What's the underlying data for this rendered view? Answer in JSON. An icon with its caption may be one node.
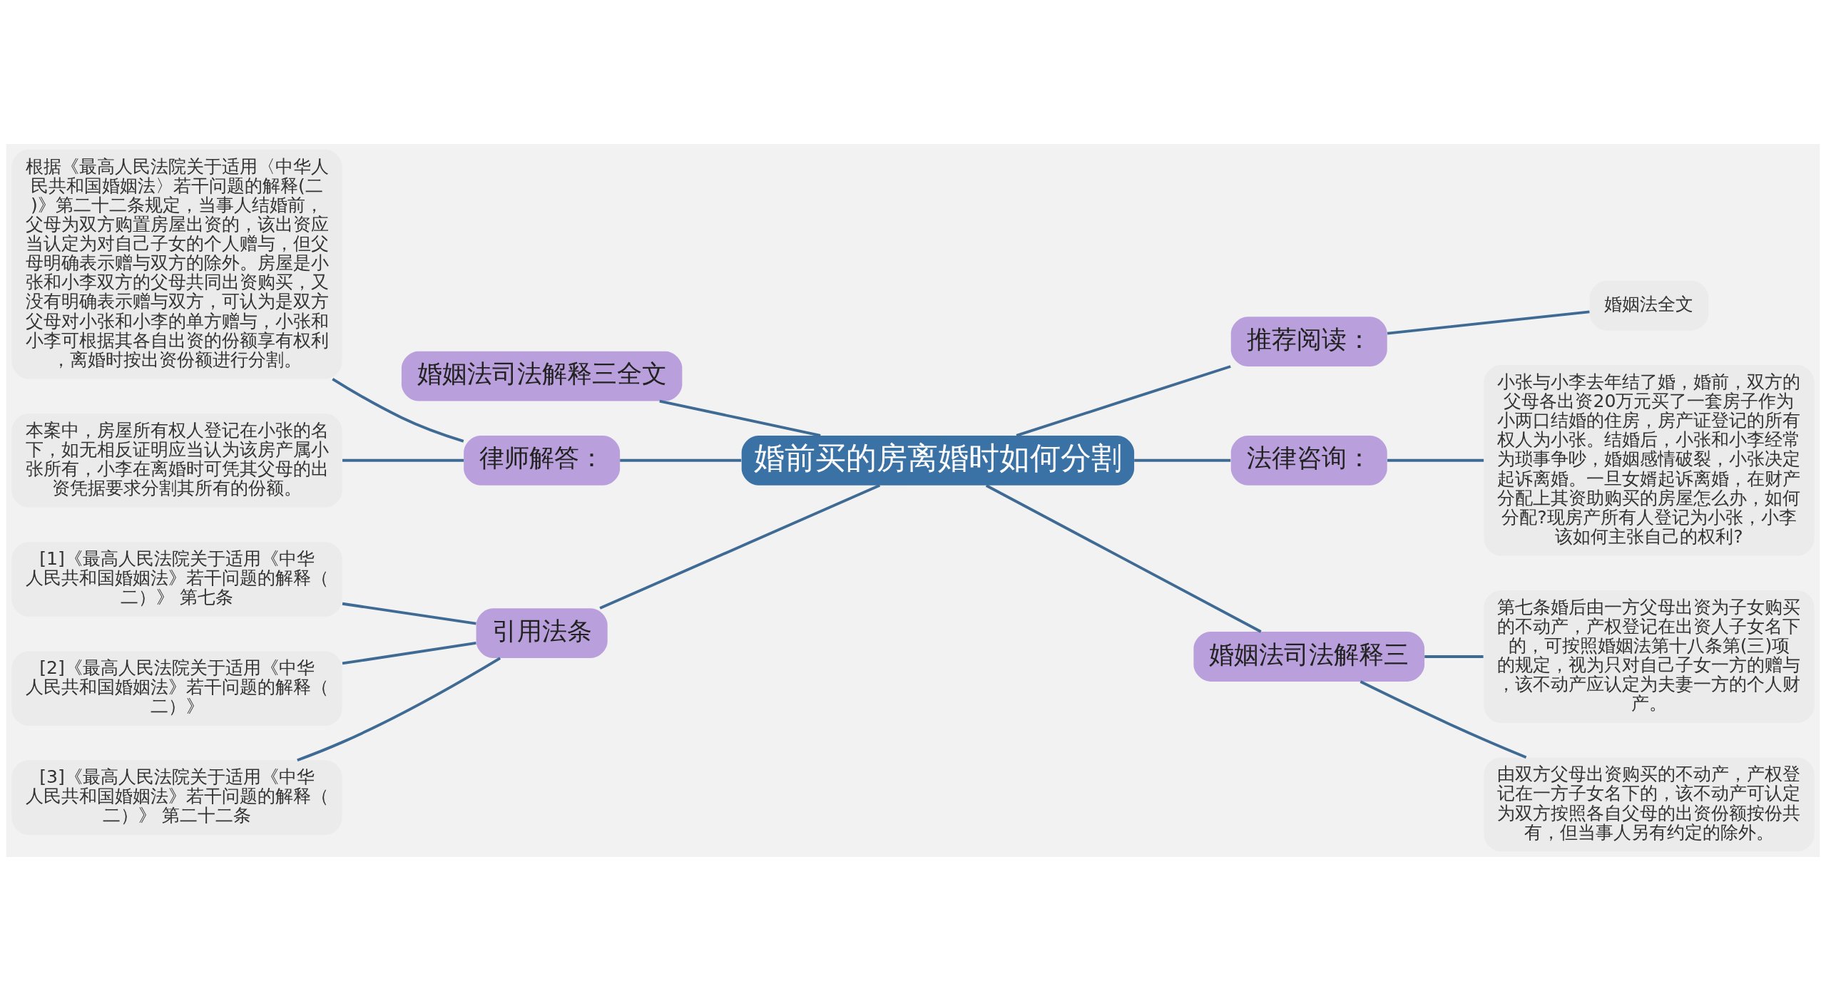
{
  "diagram": {
    "nodes": [
      {
        "text": [
          "婚前买的房离婚时如何分割"
        ]
      },
      {
        "text": [
          "婚姻法司法解释三全文"
        ]
      },
      {
        "text": [
          "律师解答："
        ]
      },
      {
        "text": [
          "根据《最高人民法院关于适用〈中华人民共和国婚姻法〉若干问题的解释(二)》第二十二条规定，当事人结婚前，父母为双方购置房屋出资的，该出资应当认定为对自己子女的个人赠与，但父母明确表示赠与双方的除外。房屋是小张和小李双方的父母共同出资购买，又没有明确表示赠与双方，可认为是双方父母对小张和小李的单方赠与，小张和小李可根据其各自出资的份额享有权利，离婚时按出资份额进行分割。"
        ]
      },
      {
        "text": [
          "本案中，房屋所有权人登记在小张的名下，如无相反证明应当认为该房产属小张所有，小李在离婚时可凭其父母的出资凭据要求分割其所有的份额。"
        ]
      },
      {
        "text": [
          "引用法条"
        ]
      },
      {
        "text": [
          "[1]《最高人民法院关于适用《中华人民共和国婚姻法》若干问题的解释（二）》 第七条"
        ]
      },
      {
        "text": [
          "[2]《最高人民法院关于适用《中华人民共和国婚姻法》若干问题的解释（二）》"
        ]
      },
      {
        "text": [
          "[3]《最高人民法院关于适用《中华人民共和国婚姻法》若干问题的解释（二）》 第二十二条"
        ]
      },
      {
        "text": [
          "推荐阅读："
        ]
      },
      {
        "text": [
          "婚姻法全文"
        ]
      },
      {
        "text": [
          "法律咨询："
        ]
      },
      {
        "text": [
          "小张与小李去年结了婚，婚前，双方的父母各出资20万元买了一套房子作为小两口结婚的住房，房产证登记的所有权人为小张。结婚后，小张和小李经常为琐事争吵，婚姻感情破裂，小张决定起诉离婚。一旦女婿起诉离婚，在财产分配上其资助购买的房屋怎么办，如何分配?现房产所有人登记为小张，小李该如何主张自己的权利?"
        ]
      },
      {
        "text": [
          "婚姻法司法解释三"
        ]
      },
      {
        "text": [
          "第七条婚后由一方父母出资为子女购买的不动产，产权登记在出资人子女名下的，可按照婚姻法第十八条第(三)项的规定，视为只对自己子女一方的赠与，该不动产应认定为夫妻一方的个人财产。"
        ]
      },
      {
        "text": [
          "由双方父母出资购买的不动产，产权登记在一方子女名下的，该不动产可认定为双方按照各自父母的出资份额按份共有，但当事人另有约定的除外。"
        ]
      }
    ],
    "edges": [
      {
        "from": 0,
        "to": 1,
        "arrow": "none"
      },
      {
        "from": 0,
        "to": 2,
        "arrow": "none"
      },
      {
        "from": 2,
        "to": 3,
        "arrow": "none"
      },
      {
        "from": 2,
        "to": 4,
        "arrow": "none"
      },
      {
        "from": 0,
        "to": 5,
        "arrow": "none"
      },
      {
        "from": 5,
        "to": 6,
        "arrow": "none"
      },
      {
        "from": 5,
        "to": 7,
        "arrow": "none"
      },
      {
        "from": 5,
        "to": 8,
        "arrow": "none"
      },
      {
        "from": 0,
        "to": 9,
        "arrow": "none"
      },
      {
        "from": 9,
        "to": 10,
        "arrow": "none"
      },
      {
        "from": 0,
        "to": 11,
        "arrow": "none"
      },
      {
        "from": 11,
        "to": 12,
        "arrow": "none"
      },
      {
        "from": 0,
        "to": 13,
        "arrow": "none"
      },
      {
        "from": 13,
        "to": 14,
        "arrow": "none"
      },
      {
        "from": 13,
        "to": 15,
        "arrow": "none"
      }
    ]
  }
}
